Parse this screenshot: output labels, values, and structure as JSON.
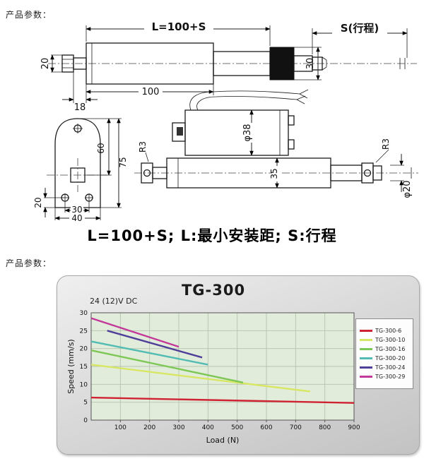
{
  "page": {
    "section1_label": "产品参数：",
    "section2_label": "产品参数："
  },
  "drawing": {
    "caption": "L=100+S; L:最小安装距; S:行程",
    "top_view": {
      "length_label": "L=100+S",
      "stroke_label": "S(行程)",
      "rod_dia": "20",
      "rear_width": "30",
      "body_length": "100",
      "rod_offset": "18"
    },
    "bracket_view": {
      "hole_span": "60",
      "height": "75",
      "bottom_offset": "20",
      "width_inner": "30",
      "width_outer": "40"
    },
    "side_view": {
      "clevis_radius_left": "R3",
      "motor_dia": "φ38",
      "tube_height": "35",
      "clevis_radius_right": "R3",
      "rod_dia": "φ20"
    }
  },
  "chart_data": {
    "type": "line",
    "title": "TG-300",
    "subtitle": "24 (12)V DC",
    "xlabel": "Load (N)",
    "ylabel": "Speed (mm/s)",
    "xlim": [
      0,
      900
    ],
    "ylim": [
      0,
      30
    ],
    "xticks": [
      100,
      200,
      300,
      400,
      500,
      600,
      700,
      800,
      900
    ],
    "yticks": [
      0,
      5,
      10,
      15,
      20,
      25,
      30
    ],
    "grid": true,
    "legend_position": "right",
    "plot_bg": "#e2ecdb",
    "grid_color": "#b4c4ae",
    "series": [
      {
        "name": "TG-300-6",
        "color": "#cf2233",
        "points": [
          [
            0,
            6.3
          ],
          [
            900,
            4.8
          ]
        ]
      },
      {
        "name": "TG-300-10",
        "color": "#d7e664",
        "points": [
          [
            0,
            15.5
          ],
          [
            750,
            8
          ]
        ]
      },
      {
        "name": "TG-300-16",
        "color": "#7dc855",
        "points": [
          [
            0,
            19.5
          ],
          [
            520,
            10.5
          ]
        ]
      },
      {
        "name": "TG-300-20",
        "color": "#52bcb4",
        "points": [
          [
            0,
            22
          ],
          [
            400,
            15.5
          ]
        ]
      },
      {
        "name": "TG-300-24",
        "color": "#4f3f98",
        "points": [
          [
            55,
            25
          ],
          [
            380,
            17.5
          ]
        ]
      },
      {
        "name": "TG-300-29",
        "color": "#c2399a",
        "points": [
          [
            0,
            28.5
          ],
          [
            300,
            20.5
          ]
        ]
      }
    ]
  }
}
